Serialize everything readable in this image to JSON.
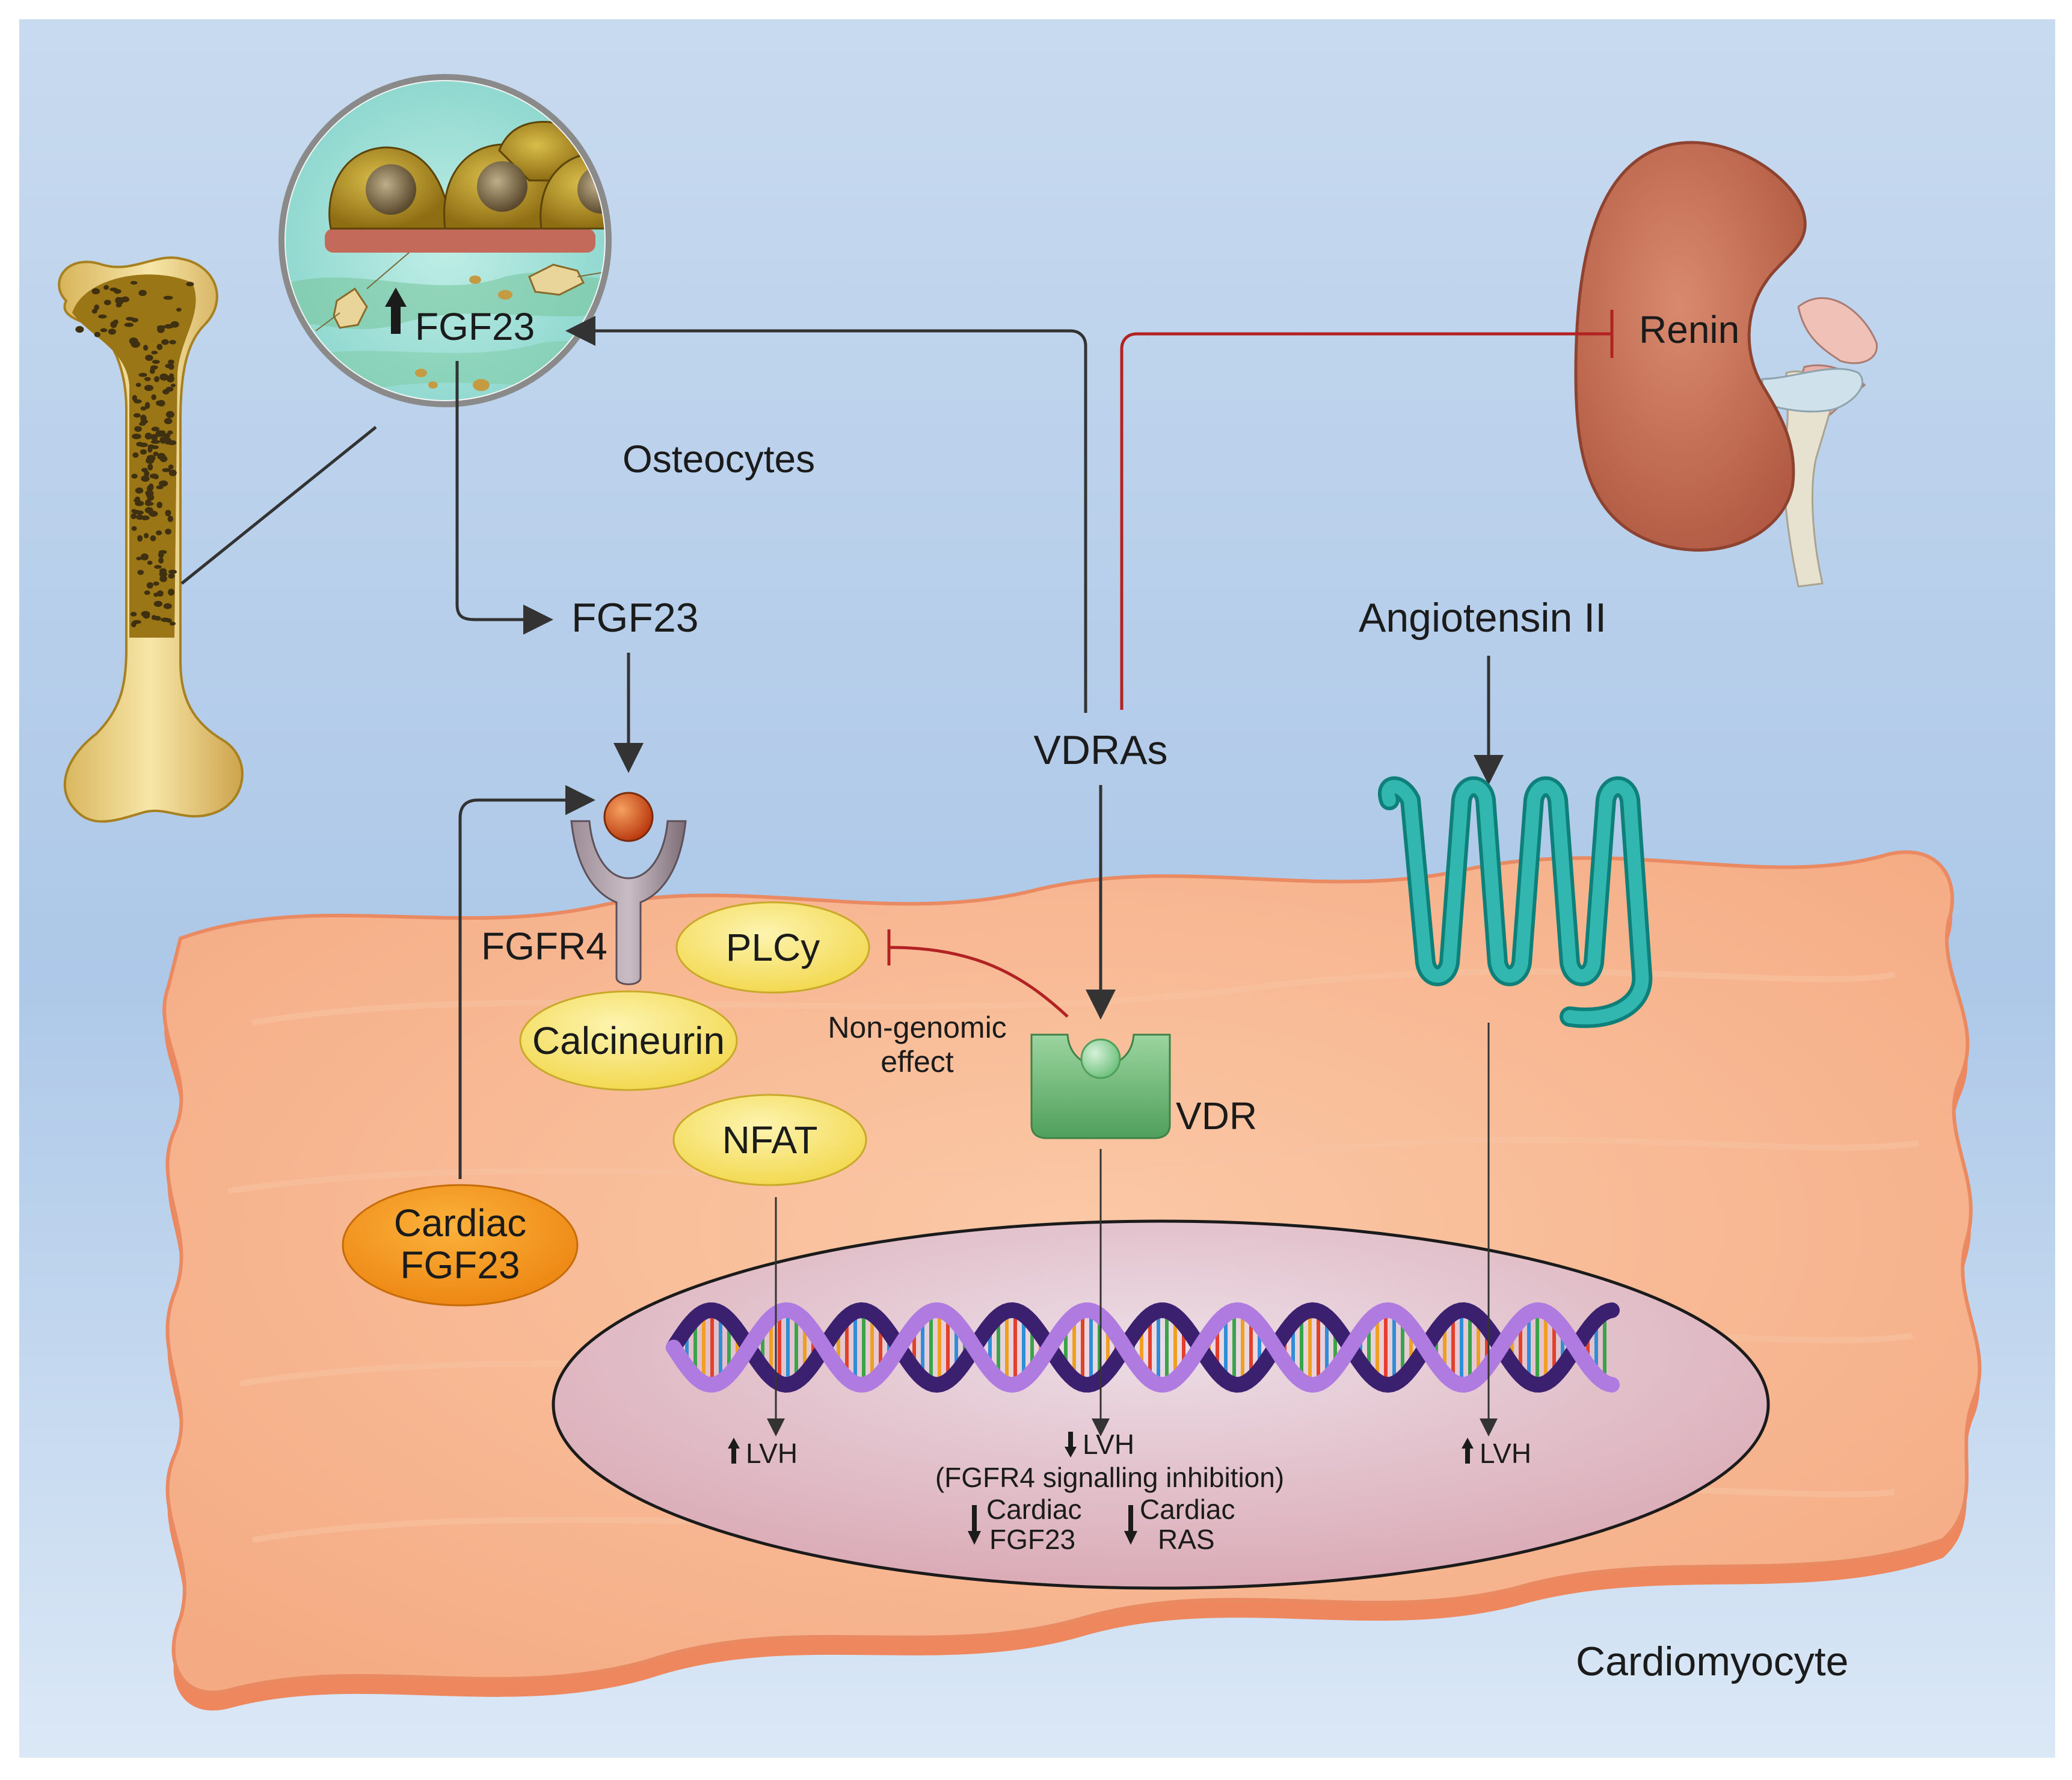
{
  "labels": {
    "fgf23_bone": "FGF23",
    "osteocytes": "Osteocytes",
    "renin": "Renin",
    "fgf23_circulating": "FGF23",
    "angiotensin": "Angiotensin II",
    "vdras": "VDRAs",
    "fgfr4": "FGFR4",
    "plcy": "PLCy",
    "calcineurin": "Calcineurin",
    "nfat": "NFAT",
    "non_genomic_1": "Non-genomic",
    "non_genomic_2": "effect",
    "vdr": "VDR",
    "cardiac_fgf23_1": "Cardiac",
    "cardiac_fgf23_2": "FGF23",
    "lvh_left": "LVH",
    "lvh_center": "LVH",
    "fgfr4_inhibition": "(FGFR4 signalling inhibition)",
    "cardiac_fgf23_down_1": "Cardiac",
    "cardiac_fgf23_down_2": "FGF23",
    "cardiac_ras_down_1": "Cardiac",
    "cardiac_ras_down_2": "RAS",
    "lvh_right": "LVH",
    "cardiomyocyte": "Cardiomyocyte"
  },
  "colors": {
    "background_top": "#c6d9ee",
    "background_bottom": "#d8e6f5",
    "cell_fill": "#f6b48e",
    "cell_edge": "#ef8a62",
    "nucleus_fill": "#e9c6ce",
    "yellow_protein": "#f6e070",
    "orange_protein": "#f29018",
    "vdr_green": "#5fb36a",
    "receptor_teal": "#1aa7a1",
    "inhibition_red": "#b22222",
    "arrow": "#333333",
    "dna_purple": "#8a55c6",
    "kidney": "#c26b52",
    "bone": "#efd78a"
  }
}
